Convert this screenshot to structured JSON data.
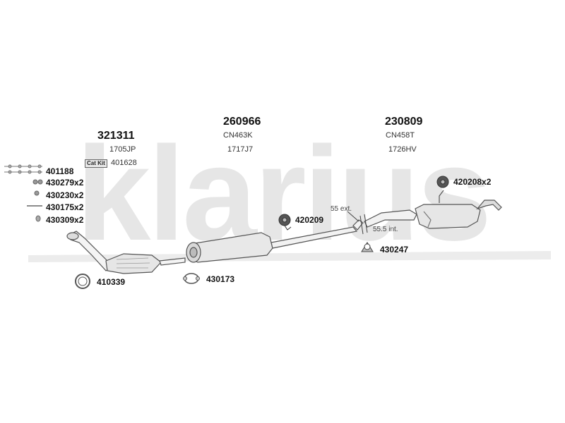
{
  "watermark": {
    "text": "klarius",
    "color": "#e6e6e6"
  },
  "sections": [
    {
      "part_number": "321311",
      "ref": "1705JP",
      "cat_kit_label": "Cat Kit",
      "cat_kit_number": "401628"
    },
    {
      "part_number": "260966",
      "ref1": "CN463K",
      "ref2": "1717J7"
    },
    {
      "part_number": "230809",
      "ref1": "CN458T",
      "ref2": "1726HV"
    }
  ],
  "fitting_list": [
    "401188",
    "430279x2",
    "430230x2",
    "430175x2",
    "430309x2"
  ],
  "callouts": {
    "ring_gasket": "410339",
    "clamp_middle": "430173",
    "hanger_middle": "420209",
    "hanger_rear": "420208x2",
    "clamp_rear": "430247"
  },
  "dimensions": {
    "ext": "55 ext.",
    "int": "55.5 int."
  }
}
